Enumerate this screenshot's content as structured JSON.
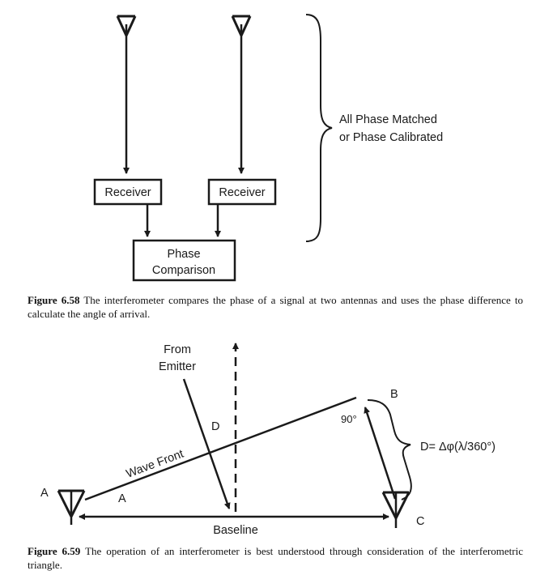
{
  "figure_58": {
    "brace_label_line1": "All Phase Matched",
    "brace_label_line2": "or Phase Calibrated",
    "receiver_left": "Receiver",
    "receiver_right": "Receiver",
    "phase_line1": "Phase",
    "phase_line2": "Comparison",
    "caption_number": "Figure 6.58",
    "caption_text": "The interferometer compares the phase of a signal at two antennas and uses the phase difference to calculate the angle of arrival."
  },
  "figure_59": {
    "from_line1": "From",
    "from_line2": "Emitter",
    "label_b": "B",
    "label_d": "D",
    "angle_90": "90°",
    "formula": "D= Δφ(λ/360°)",
    "wave_front": "Wave Front",
    "label_a_outer": "A",
    "label_a_angle": "A",
    "baseline": "Baseline",
    "label_c": "C",
    "caption_number": "Figure 6.59",
    "caption_text": "The operation of an interferometer is best understood through consideration of the interferometric triangle."
  }
}
